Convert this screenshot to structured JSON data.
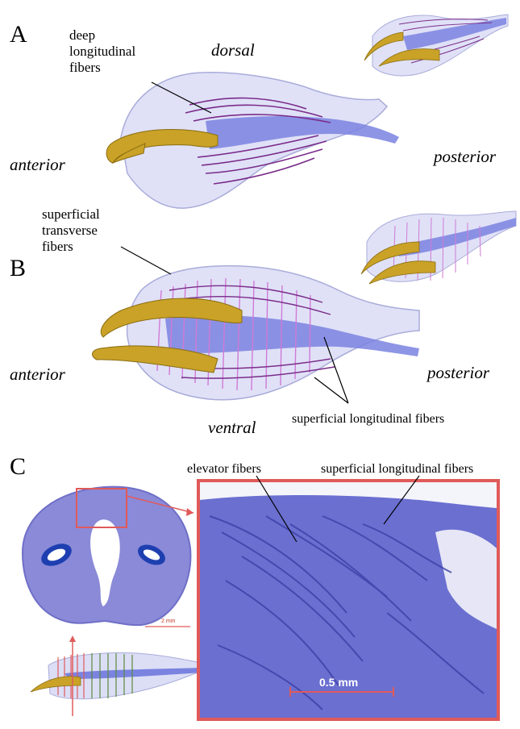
{
  "panels": {
    "A": {
      "letter": "A",
      "labels": {
        "deep_longitudinal": [
          "deep",
          "longitudinal",
          "fibers"
        ],
        "dorsal": "dorsal",
        "anterior": "anterior",
        "posterior": "posterior"
      }
    },
    "B": {
      "letter": "B",
      "labels": {
        "superficial_transverse": [
          "superficial",
          "transverse",
          "fibers"
        ],
        "anterior": "anterior",
        "posterior": "posterior",
        "ventral": "ventral",
        "superficial_longitudinal": "superficial longitudinal fibers"
      }
    },
    "C": {
      "letter": "C",
      "labels": {
        "elevator": "elevator fibers",
        "superficial_longitudinal": "superficial longitudinal fibers"
      },
      "scale_small": "2 mm",
      "scale_big": "0.5 mm"
    }
  },
  "colors": {
    "body_fill": "#d8daf5",
    "body_stroke": "#a9acd9",
    "core": "#7a83e0",
    "fiber_purple": "#7a2c8a",
    "fiber_pink": "#d07ad6",
    "fiber_green": "#5a8a3a",
    "claw": "#c9a227",
    "section_purple": "#6f6fc8",
    "frame_red": "#e05a5a"
  }
}
